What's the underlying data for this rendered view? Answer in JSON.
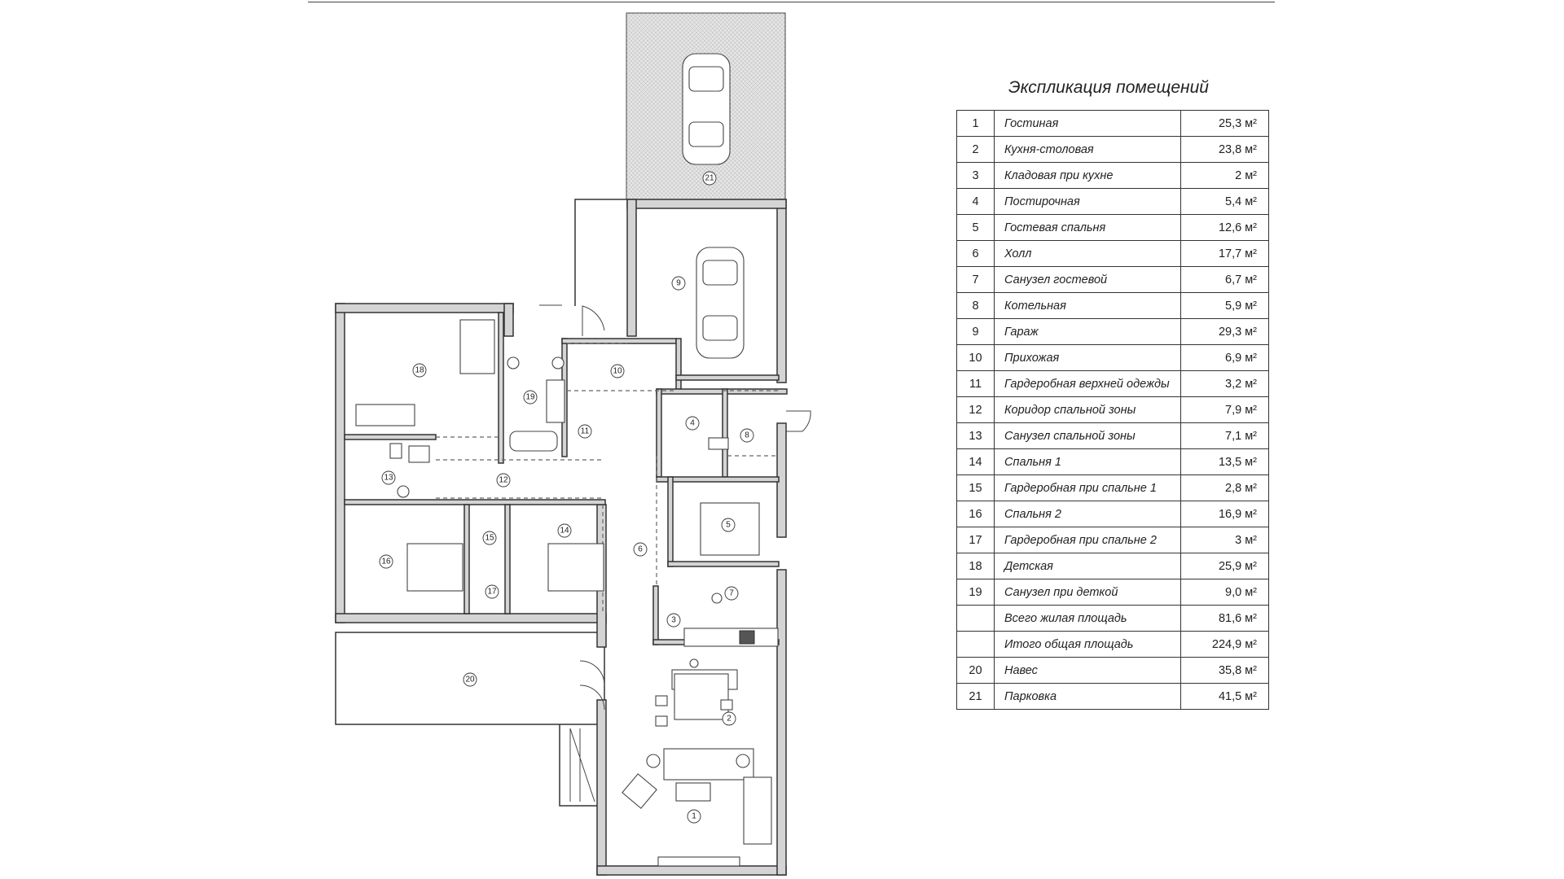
{
  "title": "Экспликация помещений",
  "rooms": [
    {
      "num": "1",
      "name": "Гостиная",
      "area": "25,3 м²"
    },
    {
      "num": "2",
      "name": "Кухня-столовая",
      "area": "23,8 м²"
    },
    {
      "num": "3",
      "name": "Кладовая при кухне",
      "area": "2 м²"
    },
    {
      "num": "4",
      "name": "Постирочная",
      "area": "5,4 м²"
    },
    {
      "num": "5",
      "name": "Гостевая спальня",
      "area": "12,6 м²"
    },
    {
      "num": "6",
      "name": "Холл",
      "area": "17,7 м²"
    },
    {
      "num": "7",
      "name": "Санузел гостевой",
      "area": "6,7 м²"
    },
    {
      "num": "8",
      "name": "Котельная",
      "area": "5,9 м²"
    },
    {
      "num": "9",
      "name": "Гараж",
      "area": "29,3 м²"
    },
    {
      "num": "10",
      "name": "Прихожая",
      "area": "6,9 м²"
    },
    {
      "num": "11",
      "name": "Гардеробная верхней одежды",
      "area": "3,2 м²"
    },
    {
      "num": "12",
      "name": "Коридор спальной зоны",
      "area": "7,9 м²"
    },
    {
      "num": "13",
      "name": "Санузел спальной зоны",
      "area": "7,1 м²"
    },
    {
      "num": "14",
      "name": "Спальня 1",
      "area": "13,5 м²"
    },
    {
      "num": "15",
      "name": "Гардеробная при спальне 1",
      "area": "2,8 м²"
    },
    {
      "num": "16",
      "name": "Спальня 2",
      "area": "16,9 м²"
    },
    {
      "num": "17",
      "name": "Гардеробная при спальне 2",
      "area": "3 м²"
    },
    {
      "num": "18",
      "name": "Детская",
      "area": "25,9 м²"
    },
    {
      "num": "19",
      "name": "Санузел при деткой",
      "area": "9,0 м²"
    },
    {
      "num": "",
      "name": "Всего жилая площадь",
      "area": "81,6 м²"
    },
    {
      "num": "",
      "name": "Итого общая площадь",
      "area": "224,9 м²"
    },
    {
      "num": "20",
      "name": "Навес",
      "area": "35,8 м²"
    },
    {
      "num": "21",
      "name": "Парковка",
      "area": "41,5 м²"
    }
  ],
  "plan_labels": [
    "1",
    "2",
    "3",
    "4",
    "5",
    "6",
    "7",
    "8",
    "9",
    "10",
    "11",
    "12",
    "13",
    "14",
    "15",
    "16",
    "17",
    "18",
    "19",
    "20",
    "21"
  ]
}
